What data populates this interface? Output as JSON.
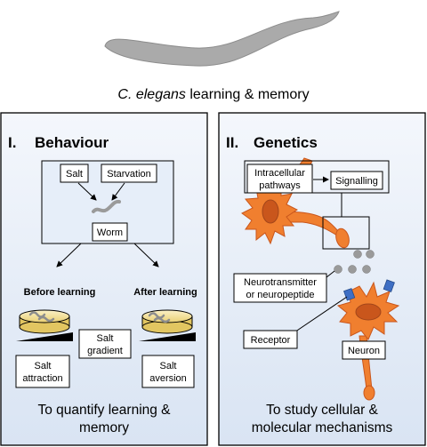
{
  "title": {
    "italic": "C. elegans",
    "rest": " learning & memory"
  },
  "left_panel": {
    "numeral": "I.",
    "heading": "Behaviour",
    "salt": "Salt",
    "starvation": "Starvation",
    "worm": "Worm",
    "before_label": "Before learning",
    "after_label": "After learning",
    "gradient_line1": "Salt",
    "gradient_line2": "gradient",
    "attraction_line1": "Salt",
    "attraction_line2": "attraction",
    "aversion_line1": "Salt",
    "aversion_line2": "aversion",
    "footer_line1": "To quantify learning &",
    "footer_line2": "memory"
  },
  "right_panel": {
    "numeral": "II.",
    "heading": "Genetics",
    "intracellular_line1": "Intracellular",
    "intracellular_line2": "pathways",
    "signalling": "Signalling",
    "neuro_line1": "Neurotransmitter",
    "neuro_line2": "or neuropeptide",
    "receptor": "Receptor",
    "neuron": "Neuron",
    "footer_line1": "To study cellular &",
    "footer_line2": "molecular mechanisms"
  },
  "colors": {
    "panel_bg": "#e3ecf7",
    "neuron_orange": "#f07f2f",
    "neuron_nucleus": "#c9561c",
    "receptor_blue": "#3f6fc4",
    "vesicle_grey": "#9a9a9a",
    "dish_yellow": "#f6e6a2",
    "worm_grey": "#aaaaaa"
  }
}
